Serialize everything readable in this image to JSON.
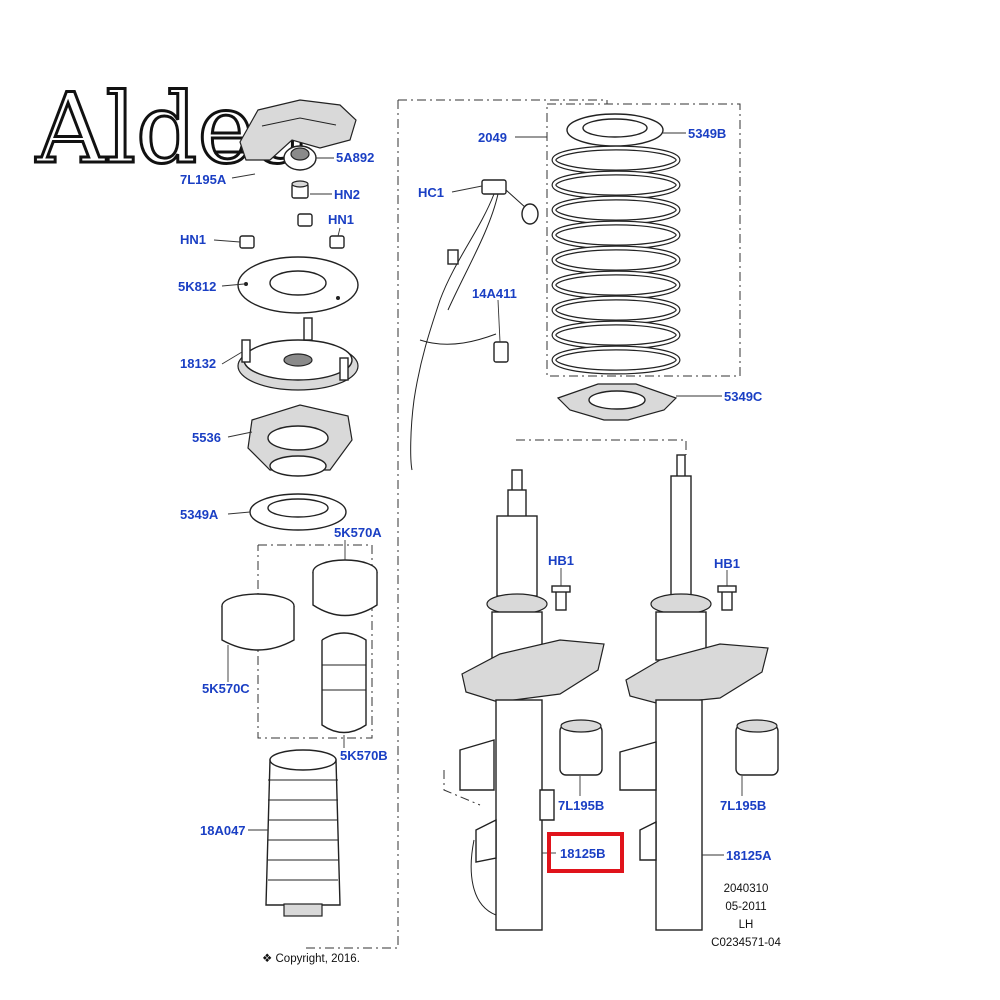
{
  "logo": {
    "text": "Aldea"
  },
  "labels": {
    "l_5A892": "5A892",
    "l_7L195A": "7L195A",
    "l_HN2": "HN2",
    "l_HN1_left": "HN1",
    "l_HN1_right": "HN1",
    "l_5K812": "5K812",
    "l_18132": "18132",
    "l_5536": "5536",
    "l_5349A": "5349A",
    "l_5K570A": "5K570A",
    "l_5K570C": "5K570C",
    "l_5K570B": "5K570B",
    "l_18A047": "18A047",
    "l_2049": "2049",
    "l_5349B": "5349B",
    "l_HC1": "HC1",
    "l_14A411": "14A411",
    "l_5349C": "5349C",
    "l_HB1_left": "HB1",
    "l_HB1_right": "HB1",
    "l_7L195B_left": "7L195B",
    "l_7L195B_right": "7L195B",
    "l_18125B": "18125B",
    "l_18125A": "18125A"
  },
  "highlight": {
    "label": "18125B",
    "color": "#e0131b"
  },
  "drawing_info": {
    "number": "2040310",
    "date": "05-2011",
    "side": "LH",
    "code": "C0234571-04"
  },
  "copyright": "❖ Copyright, 2016.",
  "colors": {
    "label_blue": "#1a3fc4",
    "highlight_red": "#e0131b"
  }
}
